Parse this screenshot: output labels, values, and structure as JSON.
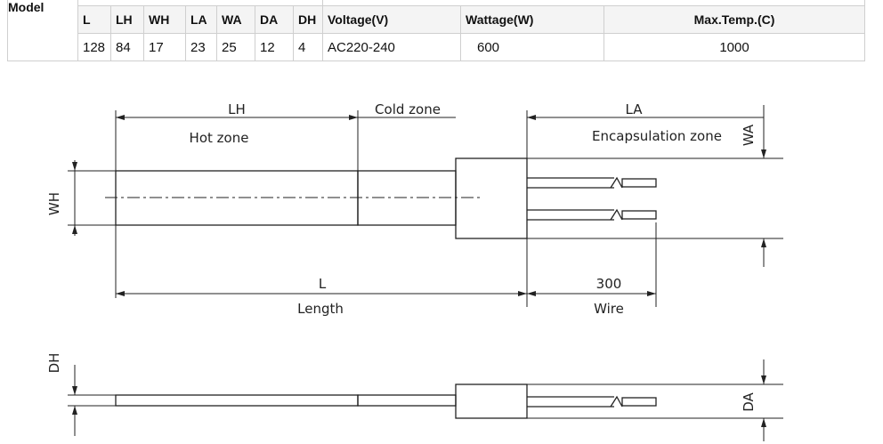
{
  "table": {
    "model_label": "Model",
    "headers": [
      "L",
      "LH",
      "WH",
      "LA",
      "WA",
      "DA",
      "DH",
      "Voltage(V)",
      "Wattage(W)",
      "Max.Temp.(C)"
    ],
    "values": [
      "128",
      "84",
      "17",
      "23",
      "25",
      "12",
      "4",
      "AC220-240",
      "600",
      "1000"
    ]
  },
  "drawing": {
    "lh": "LH",
    "hot_zone": "Hot zone",
    "cold_zone": "Cold zone",
    "la": "LA",
    "encapsulation_zone": "Encapsulation zone",
    "wa": "WA",
    "wh": "WH",
    "l": "L",
    "length": "Length",
    "wire_length": "300",
    "wire": "Wire",
    "dh": "DH",
    "da": "DA"
  }
}
